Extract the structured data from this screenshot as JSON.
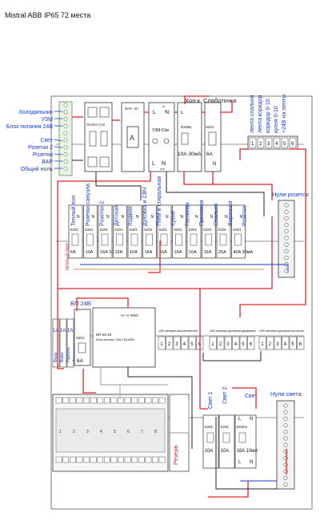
{
  "title": "Mistral ABB IP65 72 места",
  "left_labels": {
    "fridge": "Холодильник",
    "uzm": "УЗМ",
    "psu24": "Блок питания 24В",
    "light": "Свет",
    "sockets2": "Розетки 2",
    "sockets": "Розетки",
    "var": "ВАР",
    "neutral": "Общий ноль"
  },
  "top_devices": {
    "sh202": "SH202 C40",
    "var": "ВАР- 40",
    "uzm": "УЗМ-51м",
    "ds": "DS951",
    "ds_rating": "10А 30мА",
    "s201": "S201",
    "s201_rating": "6А",
    "fridge": "Хол-к",
    "lowcurrent": "Слаботочка",
    "in": "in",
    "out": "out",
    "L": "L",
    "N": "N"
  },
  "right_top_labels": [
    "лента спальня",
    "лента коридор",
    "коридор 0-10",
    "кухня 0-10",
    "+24В на ленты"
  ],
  "right_top_terminals": [
    "1",
    "2",
    "3",
    "4",
    "5",
    "6"
  ],
  "row2_vertical": [
    "Теплый пол",
    "Розетки санузла",
    "Розетки 2",
    "Детская",
    "Лоджия",
    "Духовка и СВЧ",
    "ПММ и стиральная",
    "Кухня",
    "Гостиная",
    "Прихожая",
    "Спальня",
    "Варочная",
    "Розетки"
  ],
  "row2_breaker": "S201",
  "row2_ratings": [
    "6A",
    "10A",
    "16A 10мА",
    "16A",
    "16A",
    "16A",
    "16A",
    "16A",
    "16A",
    "16A",
    "25A",
    "40A 30мА"
  ],
  "tepl_pol_red": "теплый пол",
  "n_letter": "N",
  "nuli_rozetok": "Нули розеток",
  "bp24": "БП 24В",
  "small_breakers": [
    "1A",
    "1A",
    "1A"
  ],
  "s201_6a": "S201",
  "s201_6a_rating": "6A",
  "dr_label": "DR-60-24",
  "dr_sub": "Блок питания, 24В,2.5А,60Вт",
  "dr_terms": "+V  -V  GND",
  "dim_headers": [
    "12В питание выключателей",
    "12В питание датчиков движения",
    "12В питание датчиков протечки"
  ],
  "dim_terms": [
    "1",
    "2",
    "3",
    "4",
    "5",
    "6"
  ],
  "reserve": "Резерв",
  "svet1": "Свет 1",
  "svet2": "Свет 2",
  "svet": "Свет",
  "s201_light": [
    "S201",
    "S201",
    "DS201"
  ],
  "light_ratings": [
    "10A",
    "10A",
    "16A 10мА"
  ],
  "nuli_sveta": "Нули света",
  "vertical_small_labels": [
    "Фазы",
    "Выкл.",
    "Протечк",
    "Движение"
  ],
  "controller_labels": [
    "1",
    "2",
    "3",
    "4",
    "5",
    "6",
    "7",
    "8"
  ],
  "colors": {
    "red": "#e0252b",
    "black": "#222222",
    "gray": "#9a9a9a",
    "blue": "#1a3cc8",
    "rail": "#bdbdbd"
  }
}
